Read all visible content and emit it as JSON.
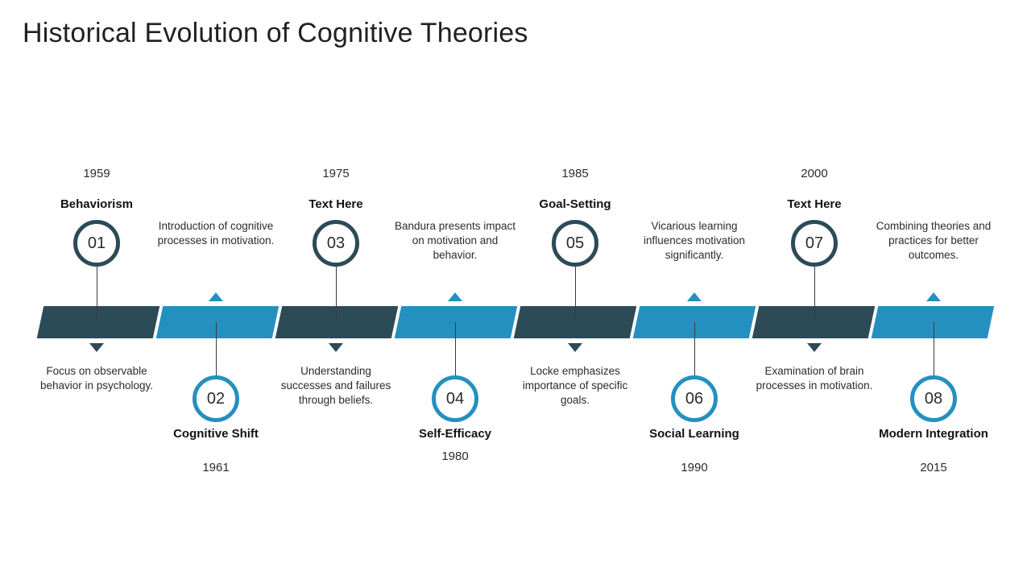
{
  "title": "Historical Evolution of Cognitive Theories",
  "colors": {
    "dark": "#2c4b57",
    "blue": "#2490c0",
    "text": "#2b2b2b",
    "title": "#231f20"
  },
  "timeline": {
    "orientation": "horizontal",
    "segment_count": 8,
    "milestones": [
      {
        "number": "01",
        "year": "1959",
        "title": "Behaviorism",
        "description": "Focus on observable behavior in psychology.",
        "position": "above",
        "color": "dark",
        "marker": "down-triangle-icon"
      },
      {
        "number": "02",
        "year": "1961",
        "title": "Cognitive Shift",
        "description": "Introduction of cognitive processes in motivation.",
        "position": "below",
        "color": "blue",
        "marker": "up-triangle-icon"
      },
      {
        "number": "03",
        "year": "1975",
        "title": "Text Here",
        "description": "Understanding successes and failures through beliefs.",
        "position": "above",
        "color": "dark",
        "marker": "down-triangle-icon"
      },
      {
        "number": "04",
        "year": "1980",
        "title": "Self-Efficacy",
        "description": "Bandura presents impact on motivation and behavior.",
        "position": "below",
        "color": "blue",
        "marker": "up-triangle-icon"
      },
      {
        "number": "05",
        "year": "1985",
        "title": "Goal-Setting",
        "description": "Locke emphasizes importance of specific goals.",
        "position": "above",
        "color": "dark",
        "marker": "down-triangle-icon"
      },
      {
        "number": "06",
        "year": "1990",
        "title": "Social Learning",
        "description": "Vicarious learning influences motivation significantly.",
        "position": "below",
        "color": "blue",
        "marker": "up-triangle-icon"
      },
      {
        "number": "07",
        "year": "2000",
        "title": "Text Here",
        "description": "Examination of brain processes in motivation.",
        "position": "above",
        "color": "dark",
        "marker": "down-triangle-icon"
      },
      {
        "number": "08",
        "year": "2015",
        "title": "Modern Integration",
        "description": "Combining theories and practices for better outcomes.",
        "position": "below",
        "color": "blue",
        "marker": "up-triangle-icon"
      }
    ]
  }
}
